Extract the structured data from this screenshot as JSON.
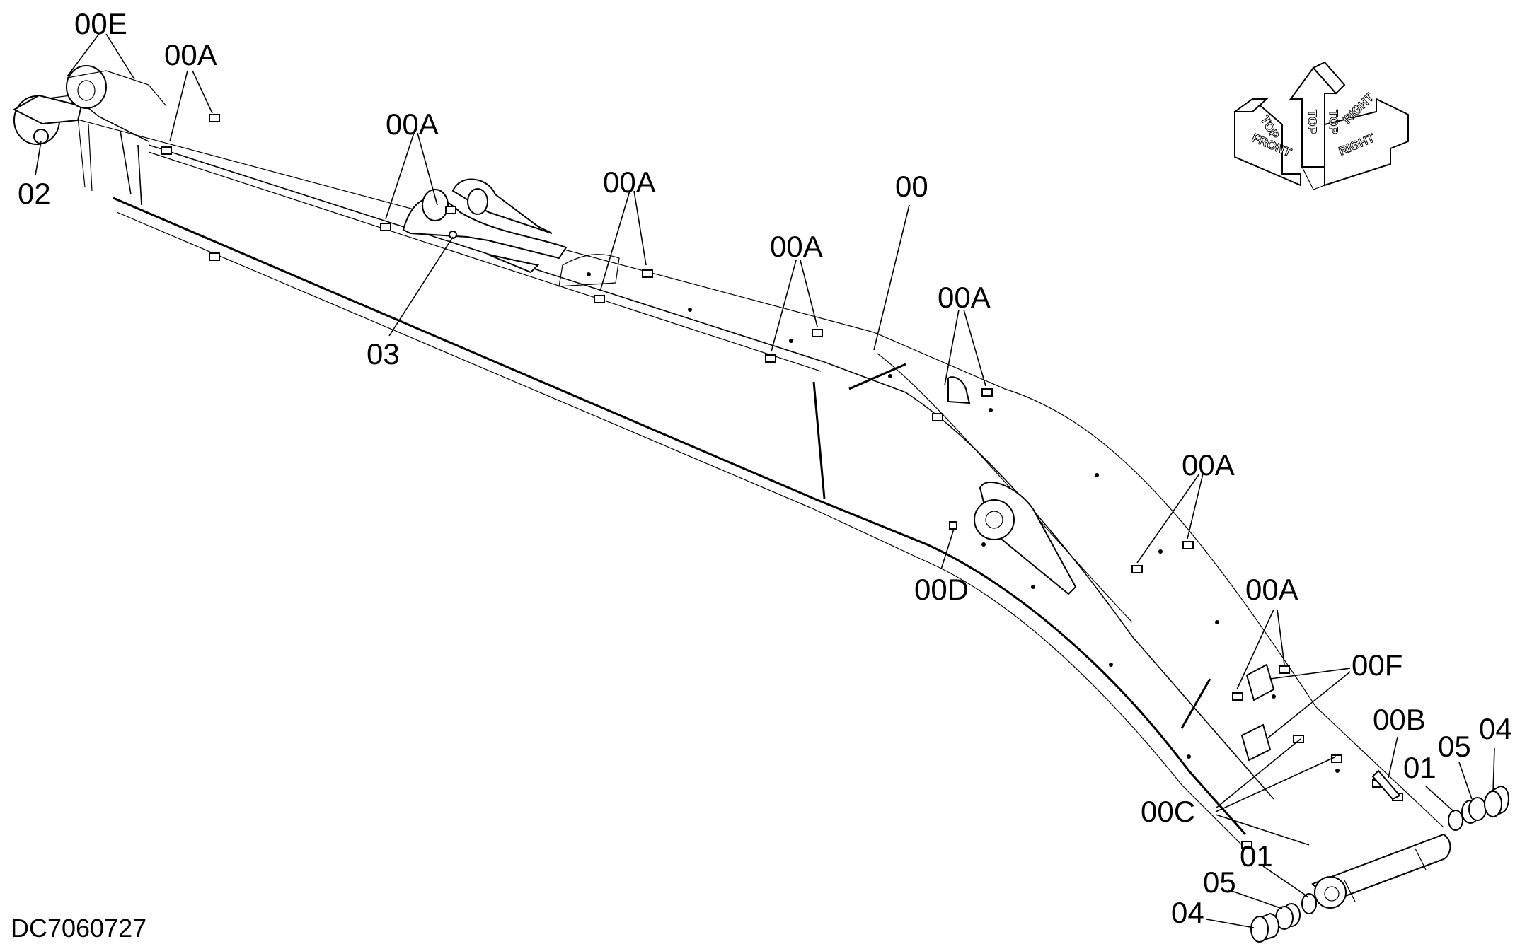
{
  "drawing_id": "DC7060727",
  "labels": {
    "part_00": "00",
    "part_00A": "00A",
    "part_00B": "00B",
    "part_00C": "00C",
    "part_00D": "00D",
    "part_00E": "00E",
    "part_00F": "00F",
    "part_01": "01",
    "part_02": "02",
    "part_03": "03",
    "part_04": "04",
    "part_05": "05"
  },
  "orientation": {
    "front": "FRONT",
    "top": "TOP",
    "right": "RIGHT"
  }
}
